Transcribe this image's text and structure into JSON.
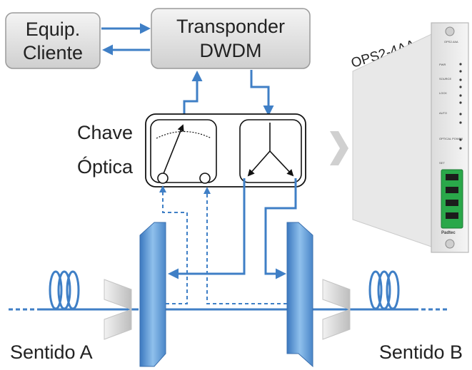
{
  "boxes": {
    "equip_line1": "Equip.",
    "equip_line2": "Cliente",
    "transponder_line1": "Transponder",
    "transponder_line2": "DWDM"
  },
  "switch_label_line1": "Chave",
  "switch_label_line2": "Óptica",
  "product_name": "OPS2-4AA",
  "device_panel": {
    "model": "OPS2-4AA",
    "indicators": [
      "PWR",
      "SOURCE",
      "LOCK",
      "AUTO",
      "OPTICAL POWER",
      "SET"
    ],
    "brand": "Padtec"
  },
  "direction_a": "Sentido A",
  "direction_b": "Sentido B",
  "colors": {
    "fiber_blue": "#3f7fc6",
    "filter_blue": "#6fa7dd",
    "box_gray": "#dcdcdc",
    "connector_green": "#2aa84a"
  }
}
